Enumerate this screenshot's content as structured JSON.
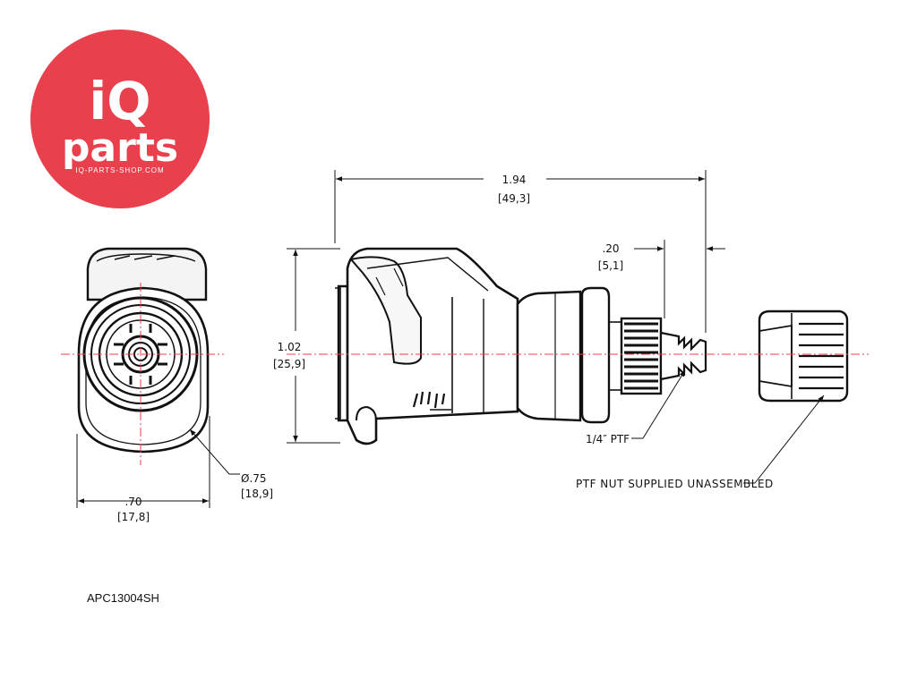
{
  "logo": {
    "brand_i": "iQ",
    "brand_parts": "parts",
    "domain": "IQ-PARTS-SHOP.COM",
    "color": "#e8404c"
  },
  "dimensions": {
    "overall_length": {
      "in": "1.94",
      "mm": "[49,3]"
    },
    "height": {
      "in": "1.02",
      "mm": "[25,9]"
    },
    "thread_length": {
      "in": ".20",
      "mm": "[5,1]"
    },
    "body_width": {
      "in": ".70",
      "mm": "[17,8]"
    },
    "diameter": {
      "in": "Ø.75",
      "mm": "[18,9]"
    }
  },
  "callouts": {
    "thread": "1/4″ PTF",
    "nut": "PTF NUT SUPPLIED UNASSEMBLED"
  },
  "part_number": "APC13004SH",
  "colors": {
    "centerline": "#e8404c",
    "line": "#111111",
    "fill": "#ececec"
  }
}
